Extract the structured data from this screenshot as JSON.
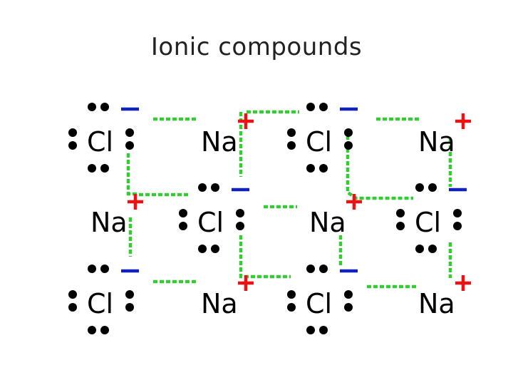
{
  "title": "Ionic compounds",
  "colors": {
    "bond": "#33cc33",
    "negative": "#1122bb",
    "positive": "#ee1111",
    "dots": "#000000"
  },
  "lattice": [
    [
      "Cl",
      "Na",
      "Cl",
      "Na"
    ],
    [
      "Na",
      "Cl",
      "Na",
      "Cl"
    ],
    [
      "Cl",
      "Na",
      "Cl",
      "Na"
    ]
  ],
  "ions": {
    "Cl": {
      "symbol": "Cl",
      "charge": "negative",
      "valence_electrons": 8
    },
    "Na": {
      "symbol": "Na",
      "charge": "positive",
      "valence_electrons": 0
    }
  }
}
